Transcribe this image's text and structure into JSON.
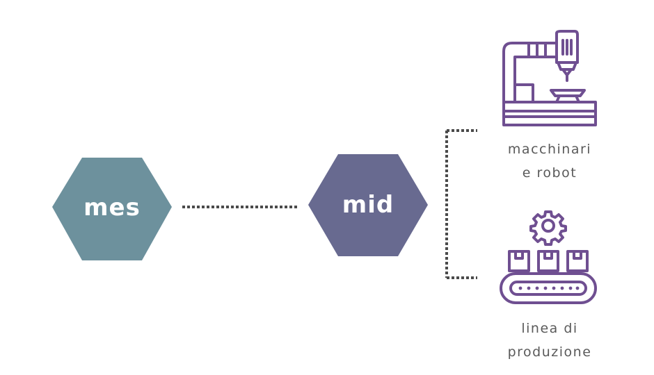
{
  "nodes": {
    "mes": {
      "label": "mes",
      "color": "#6d919d"
    },
    "mid": {
      "label": "mid",
      "color": "#686a90"
    }
  },
  "connector_color": "#4a4a4a",
  "icon_color": "#6f4f91",
  "targets": [
    {
      "icon": "robot-arm-machine-icon",
      "line1": "macchinari",
      "line2": "e robot"
    },
    {
      "icon": "conveyor-belt-gear-icon",
      "line1": "linea di",
      "line2": "produzione"
    }
  ]
}
